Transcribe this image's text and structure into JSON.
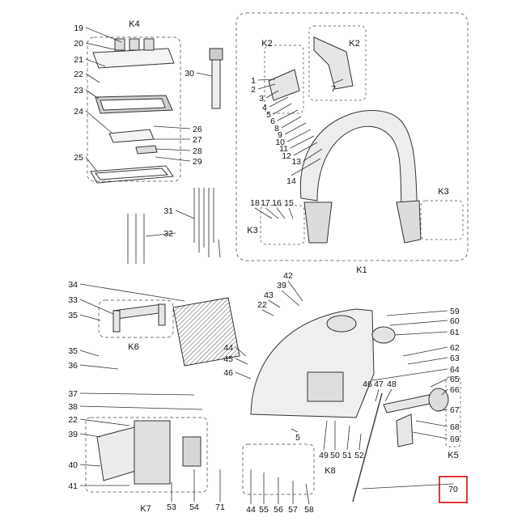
{
  "groups": [
    {
      "id": "K4",
      "label": "K4"
    },
    {
      "id": "K2a",
      "label": "K2"
    },
    {
      "id": "K2b",
      "label": "K2"
    },
    {
      "id": "K3a",
      "label": "K3"
    },
    {
      "id": "K3b",
      "label": "K3"
    },
    {
      "id": "K1",
      "label": "K1"
    },
    {
      "id": "K6",
      "label": "K6"
    },
    {
      "id": "K7",
      "label": "K7"
    },
    {
      "id": "K8",
      "label": "K8"
    },
    {
      "id": "K5",
      "label": "K5"
    }
  ],
  "callouts": [
    "1",
    "2",
    "3",
    "4",
    "5",
    "6",
    "7",
    "8",
    "9",
    "10",
    "11",
    "12",
    "13",
    "14",
    "15",
    "16",
    "17",
    "18",
    "19",
    "20",
    "21",
    "22",
    "23",
    "24",
    "25",
    "26",
    "27",
    "28",
    "29",
    "30",
    "31",
    "32",
    "33",
    "34",
    "35",
    "36",
    "37",
    "38",
    "39",
    "40",
    "41",
    "42",
    "43",
    "44",
    "45",
    "46",
    "47",
    "48",
    "49",
    "50",
    "51",
    "52",
    "53",
    "54",
    "55",
    "56",
    "57",
    "58",
    "59",
    "60",
    "61",
    "62",
    "63",
    "64",
    "65",
    "66",
    "67",
    "68",
    "69",
    "70",
    "71"
  ],
  "highlight": {
    "label": "70",
    "color": "#e53935"
  }
}
